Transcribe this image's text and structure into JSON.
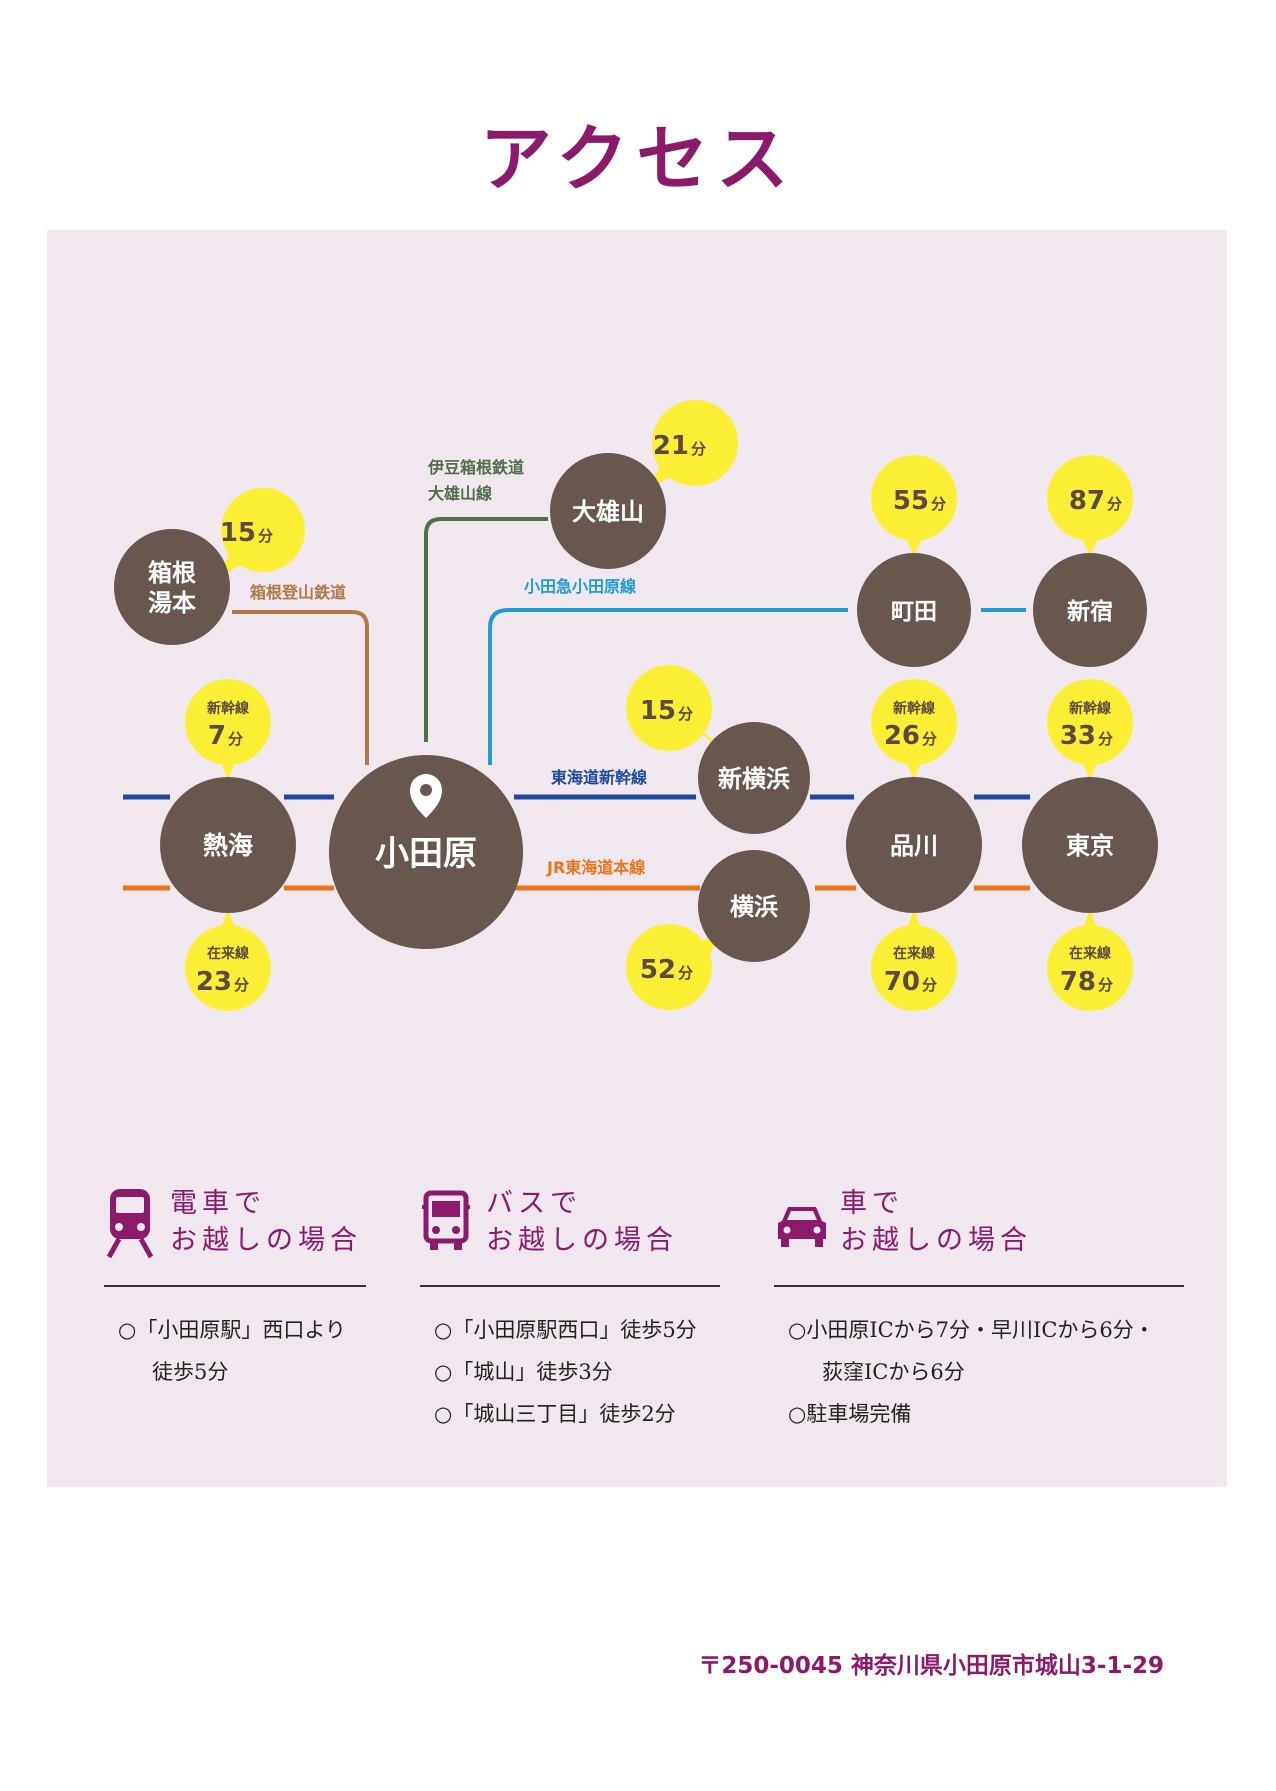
{
  "title": "アクセス",
  "colors": {
    "accent": "#8c1a6a",
    "panel_bg": "#f1e7ee",
    "station": "#67574e",
    "bubble": "#fbef35",
    "line_tokaido_shinkansen": "#1e4a9c",
    "line_jr_tokaido": "#e8751a",
    "line_odakyu": "#1f9ad6",
    "line_hakone_tozan": "#b07a47",
    "line_izuhakone": "#4f6e4a"
  },
  "map": {
    "center_station": "小田原",
    "stations": {
      "atami": "熱海",
      "hakone_yumoto": [
        "箱根",
        "湯本"
      ],
      "daiyuzan": "大雄山",
      "shinyokohama": "新横浜",
      "yokohama": "横浜",
      "machida": "町田",
      "shinjuku": "新宿",
      "shinagawa": "品川",
      "tokyo": "東京"
    },
    "lines": {
      "izuhakone": [
        "伊豆箱根鉄道",
        "大雄山線"
      ],
      "hakone_tozan": "箱根登山鉄道",
      "odakyu": "小田急小田原線",
      "tokaido_shinkansen": "東海道新幹線",
      "jr_tokaido": "JR東海道本線"
    },
    "times": {
      "hakone_yumoto": {
        "value": "15",
        "unit": "分"
      },
      "daiyuzan": {
        "value": "21",
        "unit": "分"
      },
      "machida": {
        "value": "55",
        "unit": "分"
      },
      "shinjuku": {
        "value": "87",
        "unit": "分"
      },
      "atami_shinkansen": {
        "label": "新幹線",
        "value": "7",
        "unit": "分"
      },
      "atami_zairai": {
        "label": "在来線",
        "value": "23",
        "unit": "分"
      },
      "shinyokohama": {
        "value": "15",
        "unit": "分"
      },
      "yokohama": {
        "value": "52",
        "unit": "分"
      },
      "shinagawa_shinkansen": {
        "label": "新幹線",
        "value": "26",
        "unit": "分"
      },
      "shinagawa_zairai": {
        "label": "在来線",
        "value": "70",
        "unit": "分"
      },
      "tokyo_shinkansen": {
        "label": "新幹線",
        "value": "33",
        "unit": "分"
      },
      "tokyo_zairai": {
        "label": "在来線",
        "value": "78",
        "unit": "分"
      }
    }
  },
  "sections": {
    "train": {
      "icon": "train-icon",
      "title": [
        "電車で",
        "お越しの場合"
      ],
      "items": [
        "○「小田原駅」西口より",
        "徒歩5分"
      ]
    },
    "bus": {
      "icon": "bus-icon",
      "title": [
        "バスで",
        "お越しの場合"
      ],
      "items": [
        "○「小田原駅西口」徒歩5分",
        "○「城山」徒歩3分",
        "○「城山三丁目」徒歩2分"
      ]
    },
    "car": {
      "icon": "car-icon",
      "title": [
        "車で",
        "お越しの場合"
      ],
      "items": [
        "○小田原ICから7分・早川ICから6分・",
        "荻窪ICから6分",
        "○駐車場完備"
      ]
    }
  },
  "address": "〒250-0045 神奈川県小田原市城山3-1-29"
}
